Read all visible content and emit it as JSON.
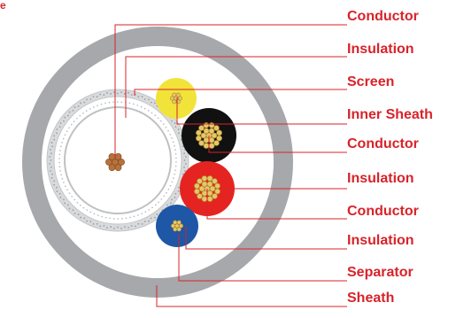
{
  "corner_mark": "e",
  "labels": [
    {
      "name": "label-conductor-main",
      "text": "Conductor"
    },
    {
      "name": "label-insulation-main",
      "text": "Insulation"
    },
    {
      "name": "label-screen",
      "text": "Screen"
    },
    {
      "name": "label-inner-sheath",
      "text": "Inner Sheath"
    },
    {
      "name": "label-conductor-black",
      "text": "Conductor"
    },
    {
      "name": "label-insulation-red",
      "text": "Insulation"
    },
    {
      "name": "label-conductor-blue",
      "text": "Conductor"
    },
    {
      "name": "label-insulation-blue",
      "text": "Insulation"
    },
    {
      "name": "label-separator",
      "text": "Separator"
    },
    {
      "name": "label-sheath",
      "text": "Sheath"
    }
  ],
  "colors": {
    "accent": "#d8232a",
    "sheath": "#a6a8ab",
    "screen_ring": "#d9dadb",
    "copper": "#b8713a",
    "tinned_copper": "#e7c66a",
    "yellow_core": "#f2e33a",
    "black_core": "#111111",
    "red_core": "#e52421",
    "blue_core": "#1d57a6"
  }
}
